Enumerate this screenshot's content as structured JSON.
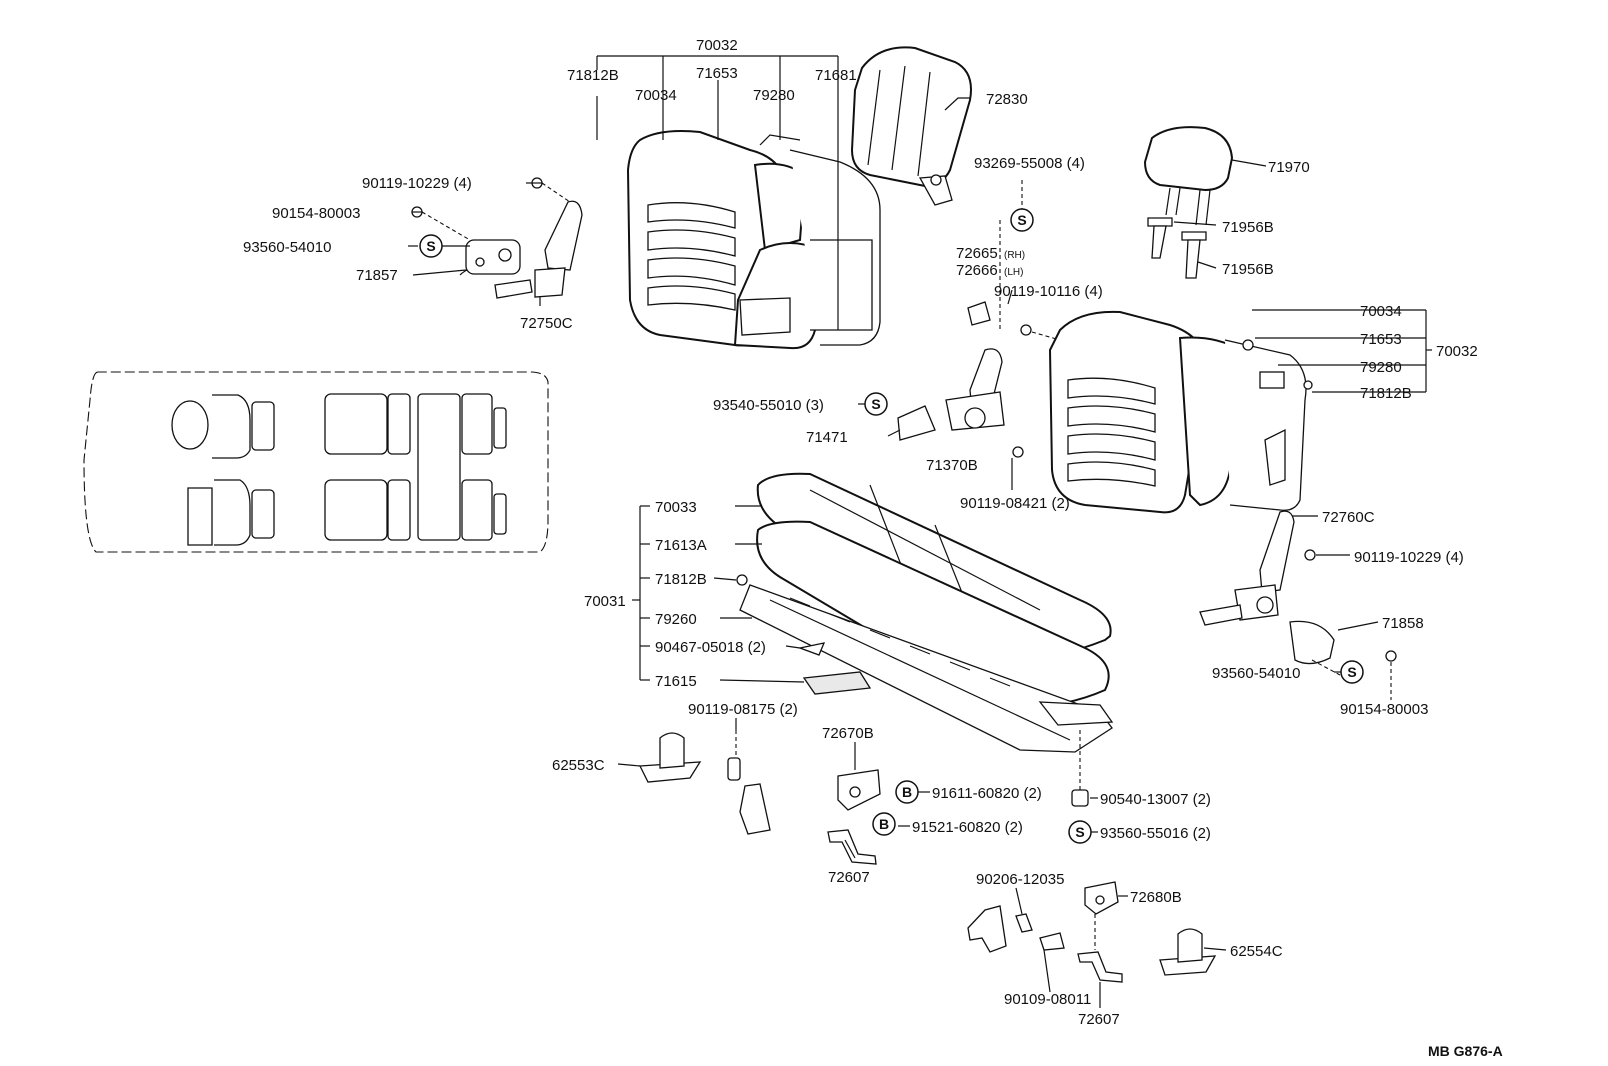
{
  "labels": {
    "top_70032": "70032",
    "top_71812B": "71812B",
    "top_71653": "71653",
    "top_71681": "71681",
    "top_70034": "70034",
    "top_79280": "79280",
    "hr_72830": "72830",
    "r_93269": "93269-55008 (4)",
    "hr_71970": "71970",
    "g_71956B_1": "71956B",
    "g_71956B_2": "71956B",
    "l_90119_10229": "90119-10229 (4)",
    "l_90154": "90154-80003",
    "l_93560": "93560-54010",
    "l_71857": "71857",
    "l_72750C": "72750C",
    "c_72665": "72665",
    "c_72665_sub": "(RH)",
    "c_72666": "72666",
    "c_72666_sub": "(LH)",
    "c_90119_10116": "90119-10116 (4)",
    "c_93540": "93540-55010 (3)",
    "c_71471": "71471",
    "c_71370B": "71370B",
    "c_90119_08421": "90119-08421 (2)",
    "rb_70034": "70034",
    "rb_71653": "71653",
    "rb_79280": "79280",
    "rb_71812B": "71812B",
    "rb_70032": "70032",
    "rm_72760C": "72760C",
    "rm_90119_10229": "90119-10229 (4)",
    "rm_71858": "71858",
    "rm_93560": "93560-54010",
    "rm_90154": "90154-80003",
    "cu_70033": "70033",
    "cu_71613A": "71613A",
    "cu_71812B": "71812B",
    "cu_70031": "70031",
    "cu_79260": "79260",
    "cu_90467": "90467-05018 (2)",
    "cu_71615": "71615",
    "b_90119_08175": "90119-08175 (2)",
    "b_62553C": "62553C",
    "b_72670B": "72670B",
    "b_91611": "91611-60820 (2)",
    "b_91521": "91521-60820 (2)",
    "b_72607_1": "72607",
    "b_90540": "90540-13007 (2)",
    "b_93560": "93560-55016 (2)",
    "b_90206": "90206-12035",
    "b_72680B": "72680B",
    "b_62554C": "62554C",
    "b_90109": "90109-08011",
    "b_72607_2": "72607",
    "drawing_code": "MB G876-A"
  },
  "symbols": {
    "s_mark": "S",
    "b_mark": "B"
  }
}
